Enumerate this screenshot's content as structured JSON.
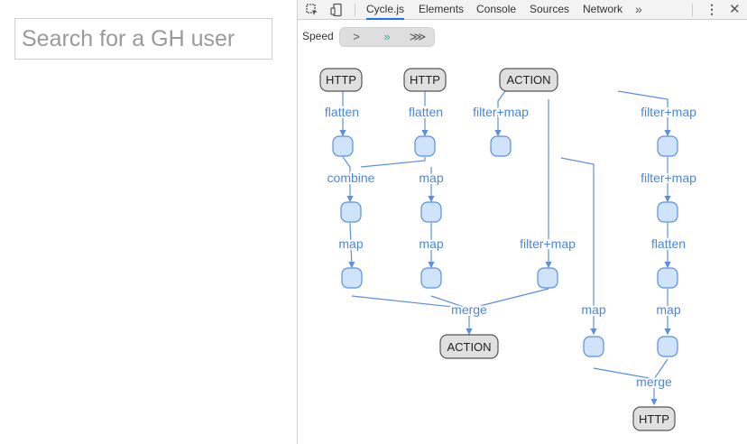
{
  "app": {
    "search_placeholder": "Search for a GH user"
  },
  "devtools": {
    "tabs": [
      {
        "label": "Cycle.js",
        "active": true
      },
      {
        "label": "Elements",
        "active": false
      },
      {
        "label": "Console",
        "active": false
      },
      {
        "label": "Sources",
        "active": false
      },
      {
        "label": "Network",
        "active": false
      }
    ],
    "overflow_label": "»",
    "speed": {
      "label": "Speed",
      "buttons": [
        {
          "glyph": ">",
          "active": false
        },
        {
          "glyph": "»",
          "active": true
        },
        {
          "glyph": "⋙",
          "active": false
        }
      ]
    },
    "colors": {
      "edge": "#5b8fe0",
      "node_fill": "#cfe3fb",
      "source_fill": "#e0e0e0"
    },
    "graph": {
      "sources": [
        "HTTP",
        "HTTP",
        "ACTION"
      ],
      "sinks": [
        "ACTION",
        "HTTP"
      ],
      "operator_labels": {
        "c1_1": "flatten",
        "c1_2": "combine",
        "c1_3": "map",
        "c2_1": "flatten",
        "c2_2": "map",
        "c2_3": "map",
        "c3_1": "filter+map",
        "c3_2": "filter+map",
        "merge1": "merge",
        "c4_1": "map",
        "c5_1": "filter+map",
        "c5_2": "filter+map",
        "c5_3": "flatten",
        "c5_4": "map",
        "merge2": "merge"
      }
    }
  }
}
